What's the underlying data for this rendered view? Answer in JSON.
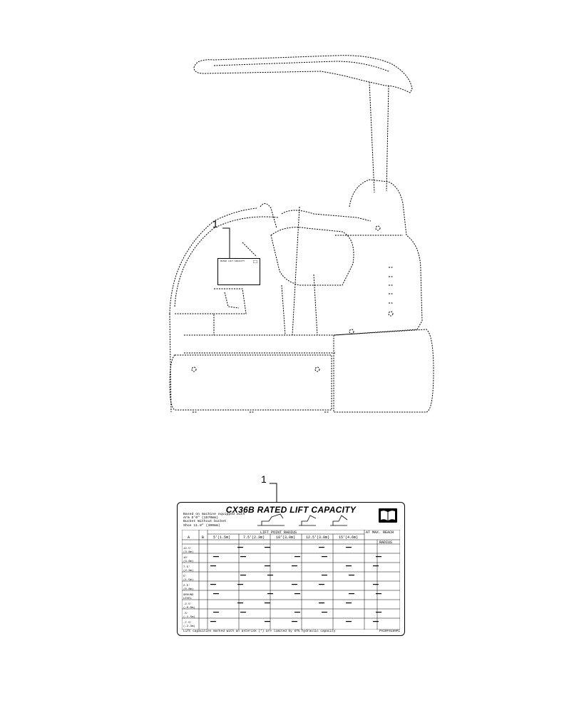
{
  "callouts": {
    "top_item": "1",
    "bottom_item": "1"
  },
  "decal": {
    "title": "CX36B RATED LIFT CAPACITY",
    "basis_lines": [
      "Based on machine equipped with",
      "Arm      5'0\" (1570mm)",
      "Bucket   Without bucket",
      "Shoe     11.8\" (300mm)"
    ],
    "header_left_a": "A",
    "header_left_b": "B",
    "lift_point_radius": "LIFT POINT RADIUS",
    "at_max_reach": "AT MAX. REACH",
    "radius_label": "RADIUS",
    "radius_cols": [
      "5'(1.5m)",
      "7.5'(2.3m)",
      "10'(3.0m)",
      "12.5'(3.8m)",
      "15'(4.6m)"
    ],
    "rows_a": [
      "12.5'\n(3.8m)",
      "10'\n(3.0m)",
      "7.5'\n(2.3m)",
      "5'\n(1.5m)",
      "2.5'\n(0.8m)",
      "GROUND\nLEVEL",
      "-2.5'\n(-0.8m)",
      "-5'\n(-1.5m)",
      "-7.5'\n(-2.3m)"
    ],
    "footer": "Lift capacities marked with an asterisk (*) are limited by 87% hydraulic capacity",
    "part_no": "PV20F0189P1"
  },
  "mini_label": {
    "title": "RATED LIFT CAPACITY"
  },
  "colors": {
    "line": "#000000",
    "background": "#ffffff"
  }
}
